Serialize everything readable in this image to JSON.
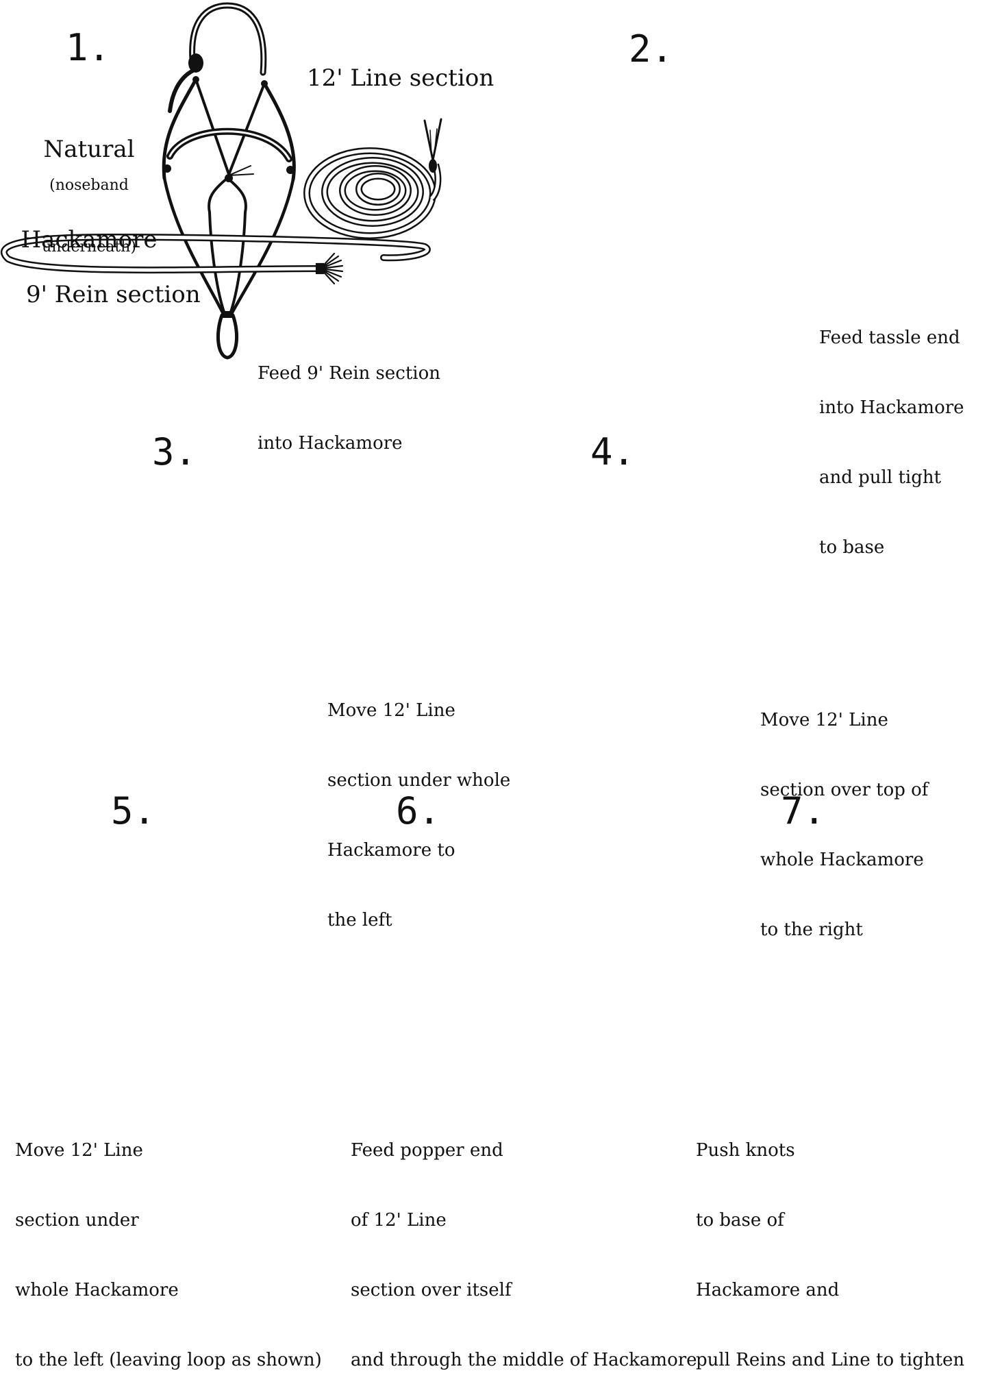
{
  "steps": [
    {
      "number": "1.",
      "labels": {
        "title_lines": [
          "Natural",
          "Hackamore"
        ],
        "note_lines": [
          "(noseband",
          "underneath)"
        ],
        "line_section": "12' Line section",
        "rein_section": "9' Rein section"
      },
      "caption_lines": [
        "Feed 9' Rein section",
        "into Hackamore"
      ]
    },
    {
      "number": "2.",
      "caption_lines": [
        "Feed tassle end",
        "into Hackamore",
        "and pull tight",
        "to base"
      ]
    },
    {
      "number": "3.",
      "caption_lines": [
        "Move 12' Line",
        "section under whole",
        "Hackamore to",
        "the left"
      ]
    },
    {
      "number": "4.",
      "caption_lines": [
        "Move 12' Line",
        "section over top of",
        "whole Hackamore",
        "to the right"
      ]
    },
    {
      "number": "5.",
      "caption_lines": [
        "Move 12' Line",
        "section under",
        "whole Hackamore",
        "to the left (leaving loop as shown)"
      ]
    },
    {
      "number": "6.",
      "caption_lines": [
        "Feed popper end",
        "of 12' Line",
        "section over itself",
        "and through the middle of Hackamore"
      ]
    },
    {
      "number": "7.",
      "caption_lines": [
        "Push knots",
        "to base of",
        "Hackamore and",
        "pull Reins and Line to tighten"
      ]
    }
  ],
  "colors": {
    "ink": "#111111",
    "rope_fill": "#ffffff",
    "background": "#ffffff"
  },
  "icons": [
    "hackamore-icon",
    "rope-coil-icon",
    "tassel-icon",
    "popper-icon"
  ]
}
